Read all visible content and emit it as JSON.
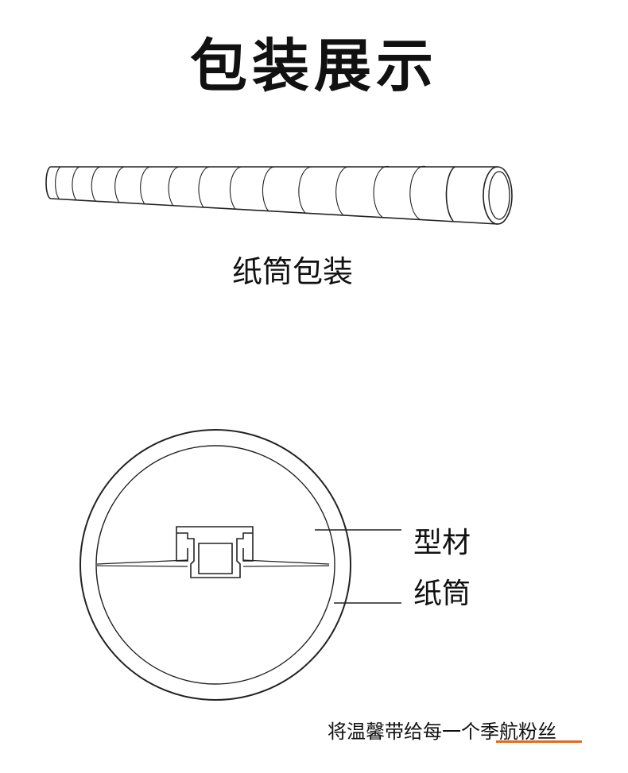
{
  "header": {
    "title": "包装展示"
  },
  "tube": {
    "caption": "纸筒包装"
  },
  "cross_section": {
    "labels": {
      "profile": "型材",
      "paper_tube": "纸筒"
    }
  },
  "footer": {
    "note": "将温馨带给每一个季航粉丝",
    "accent_color": "#e06a1f"
  }
}
